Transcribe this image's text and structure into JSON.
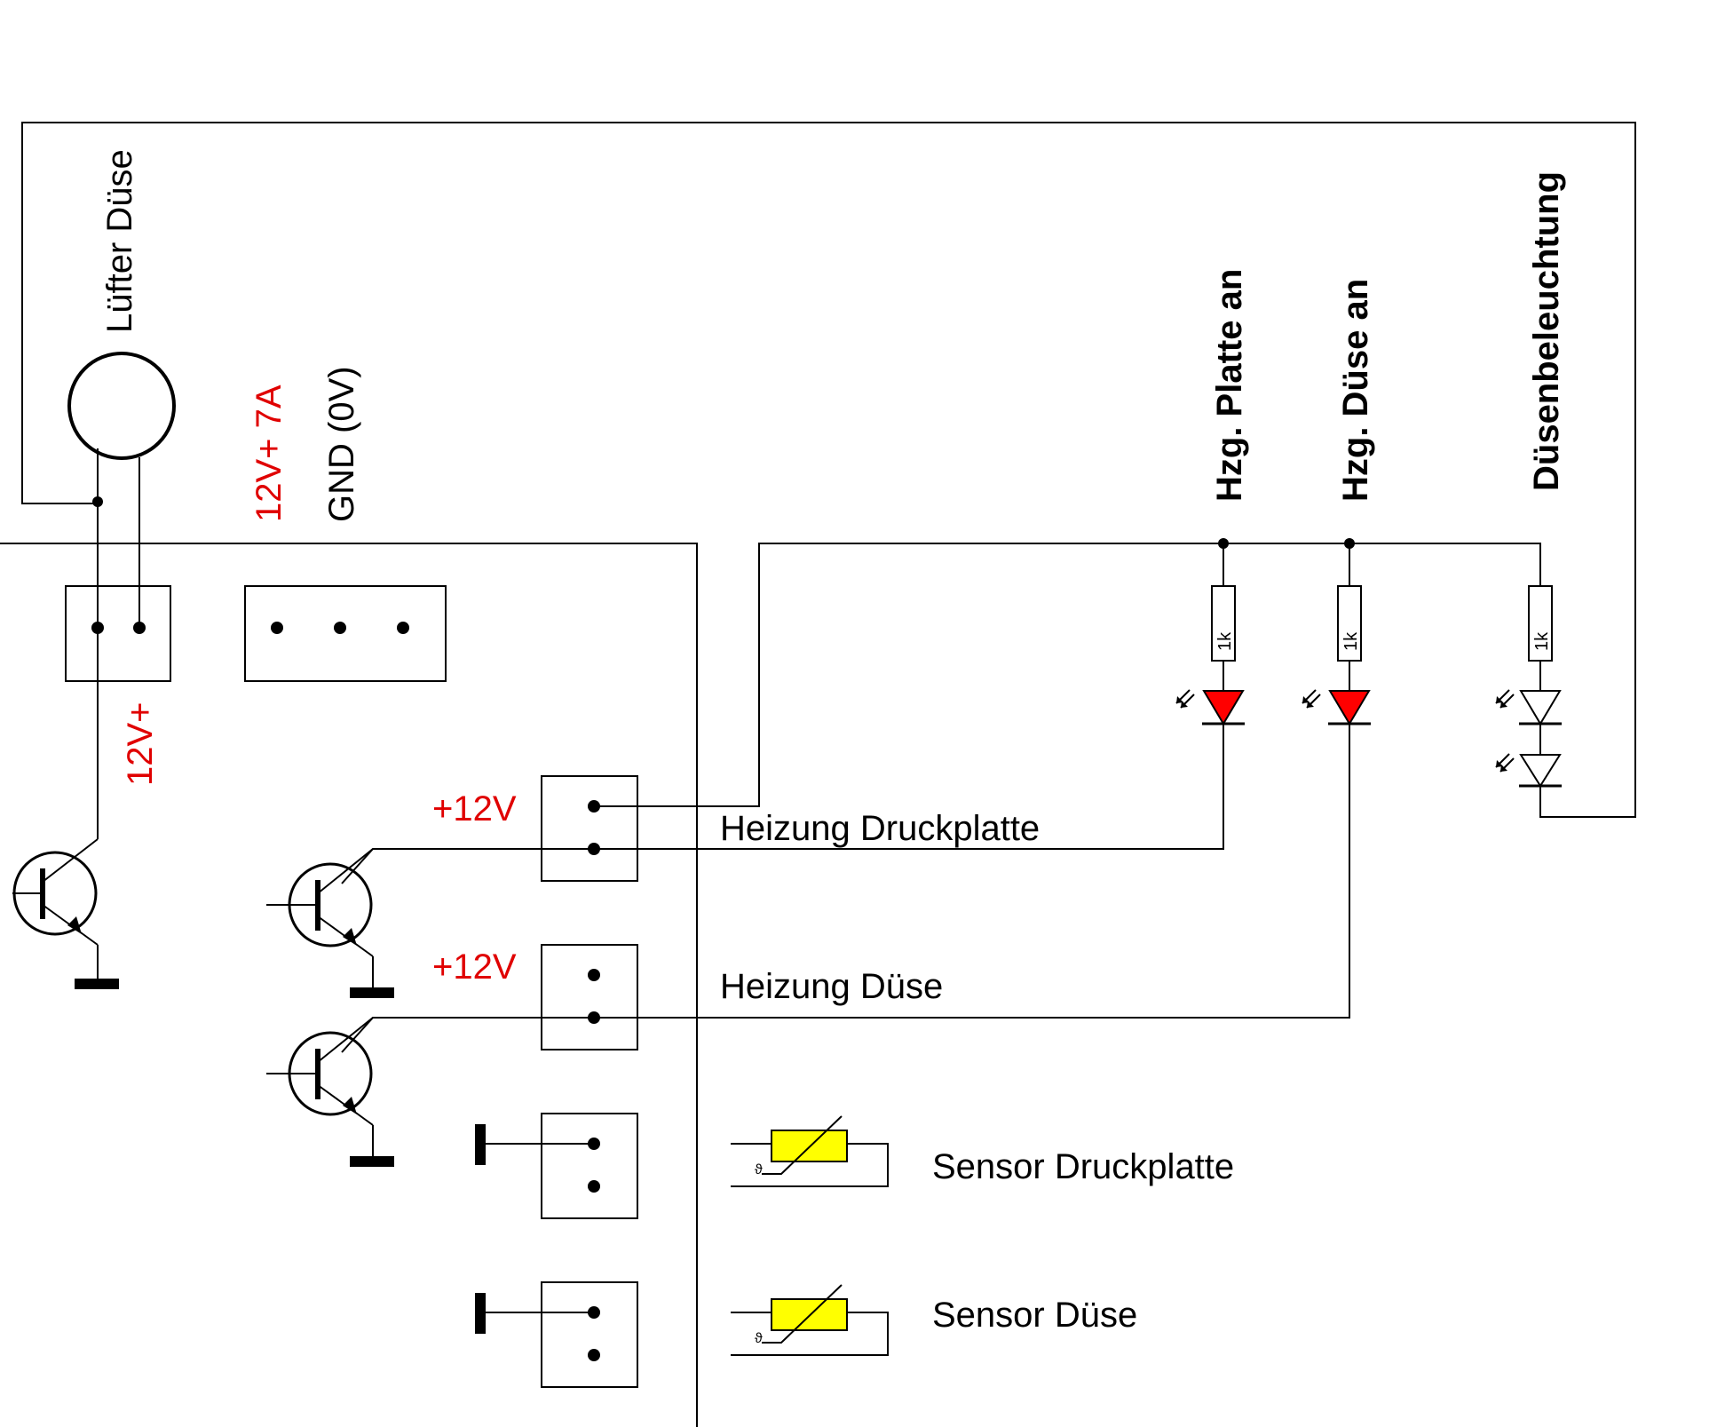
{
  "labels": {
    "fan": "Lüfter Düse",
    "supply": "12V+  7A",
    "gnd": "GND (0V)",
    "fan_plus": "12V+",
    "plus12_a": "+12V",
    "plus12_b": "+12V",
    "heat_plate": "Heizung Druckplatte",
    "heat_nozzle": "Heizung Düse",
    "sensor_plate": "Sensor Druckplatte",
    "sensor_nozzle": "Sensor Düse",
    "led_plate": "Hzg. Platte an",
    "led_nozzle": "Hzg. Düse an",
    "led_light": "Düsenbeleuchtung"
  },
  "resistors": [
    "1k",
    "1k",
    "1k"
  ],
  "colors": {
    "wire": "#000000",
    "label_red": "#e00000",
    "led_on": "#ff0000",
    "thermistor": "#ffff00"
  }
}
